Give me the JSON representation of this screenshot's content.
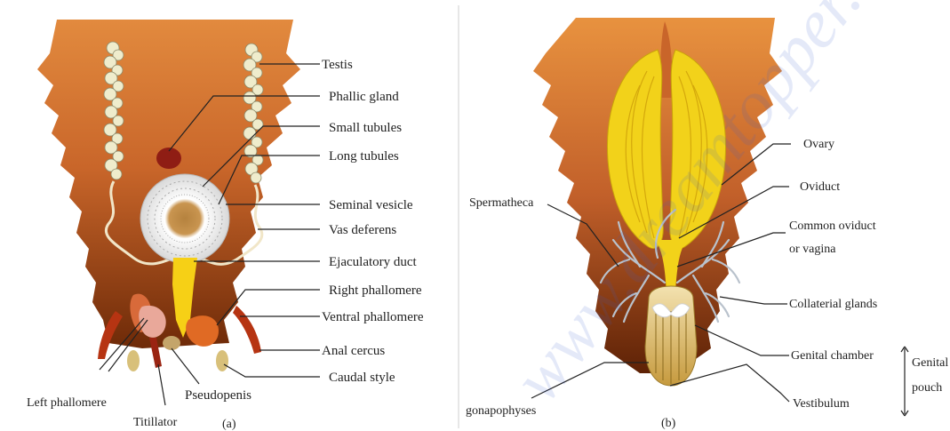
{
  "figure_a": {
    "caption": "(a)",
    "labels": {
      "testis": "Testis",
      "phallic_gland": "Phallic gland",
      "small_tubules": "Small tubules",
      "long_tubules": "Long tubules",
      "seminal_vesicle": "Seminal vesicle",
      "vas_deferens": "Vas deferens",
      "ejaculatory_duct": "Ejaculatory duct",
      "right_phallomere": "Right phallomere",
      "ventral_phallomere": "Ventral phallomere",
      "anal_cercus": "Anal cercus",
      "caudal_style": "Caudal style",
      "left_phallomere": "Left phallomere",
      "titillator": "Titillator",
      "pseudopenis": "Pseudopenis"
    }
  },
  "figure_b": {
    "caption": "(b)",
    "labels": {
      "ovary": "Ovary",
      "oviduct": "Oviduct",
      "spermatheca": "Spermatheca",
      "common_oviduct_1": "Common oviduct",
      "common_oviduct_2": "or vagina",
      "collaterial_glands": "Collaterial glands",
      "genital_chamber": "Genital chamber",
      "vestibulum": "Vestibulum",
      "gonapophyses": "gonapophyses",
      "genital_pouch_1": "Genital",
      "genital_pouch_2": "pouch"
    }
  },
  "watermark": "www.dreamtopper.in",
  "colors": {
    "body_dark": "#8a3a0e",
    "body_light": "#e3843a",
    "ovary_yellow": "#f2d21a",
    "testis_cream": "#efeccc",
    "gland_red": "#8f1d14"
  }
}
